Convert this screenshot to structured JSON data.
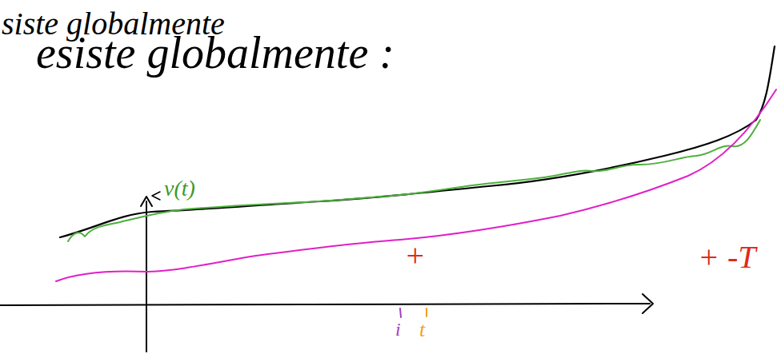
{
  "diagram": {
    "labels": [
      "siste globalmente",
      "esiste globalmente :",
      "v(t)",
      "+",
      "+ -T",
      "i",
      "t"
    ]
  }
}
